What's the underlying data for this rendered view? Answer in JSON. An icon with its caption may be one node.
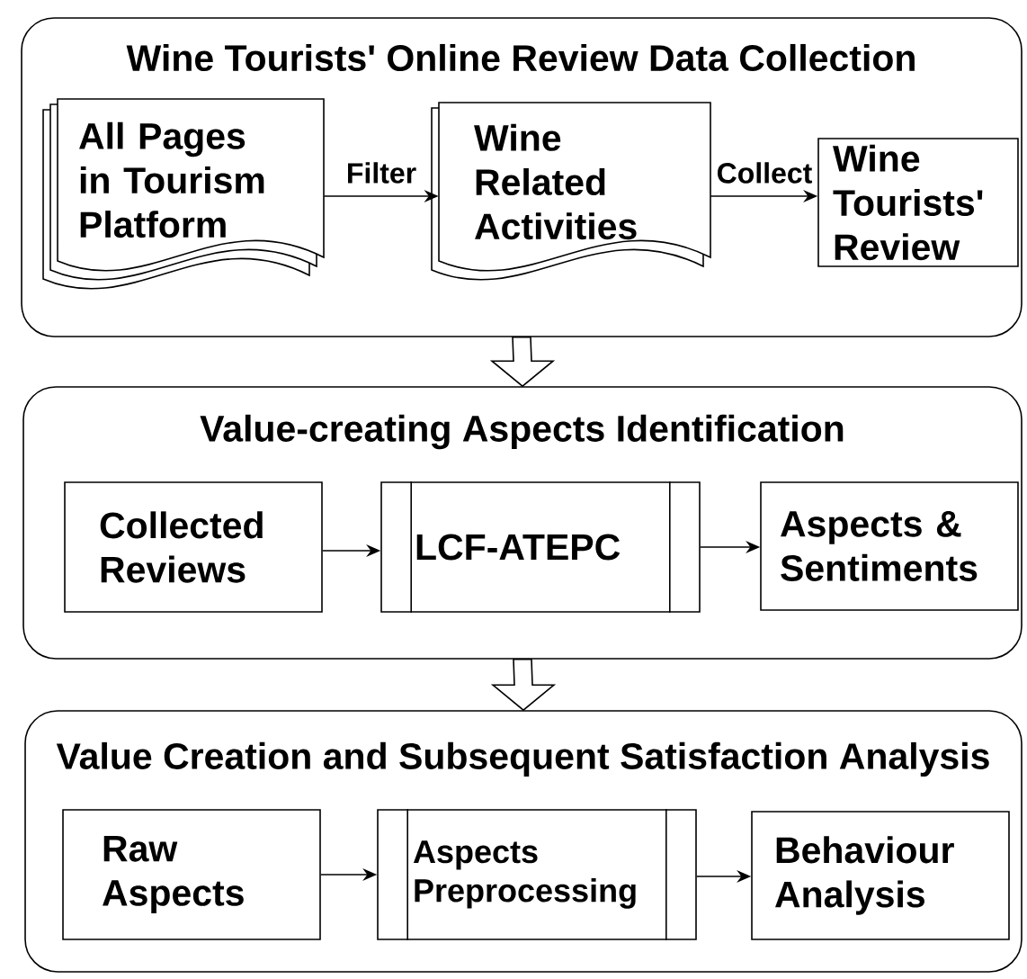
{
  "diagram": {
    "nodes": [
      {
        "text": [
          "Wine Tourists' Online Review Data Collection"
        ]
      },
      {
        "text": [
          "All Pages in Tourism Platform"
        ],
        "in": 0
      },
      {
        "text": [
          "Wine Related Activities"
        ],
        "in": 0
      },
      {
        "text": [
          "Wine Tourists' Review"
        ],
        "in": 0
      },
      {
        "text": [
          "Value-creating Aspects Identification"
        ]
      },
      {
        "text": [
          "Collected Reviews"
        ],
        "in": 4
      },
      {
        "text": [
          "LCF-ATEPC"
        ],
        "in": 4
      },
      {
        "text": [
          "Aspects & Sentiments"
        ],
        "in": 4
      },
      {
        "text": [
          "Value Creation and Subsequent Satisfaction Analysis"
        ]
      },
      {
        "text": [
          "Raw Aspects"
        ],
        "in": 8
      },
      {
        "text": [
          "Aspects Preprocessing"
        ],
        "in": 8
      },
      {
        "text": [
          "Behaviour Analysis"
        ],
        "in": 8
      }
    ],
    "edges": [
      {
        "from": 1,
        "to": 2,
        "arrow": "to",
        "label": "Filter"
      },
      {
        "from": 2,
        "to": 3,
        "arrow": "to",
        "label": "Collect"
      },
      {
        "from": 0,
        "to": 4,
        "arrow": "to"
      },
      {
        "from": 5,
        "to": 6,
        "arrow": "to"
      },
      {
        "from": 6,
        "to": 7,
        "arrow": "to"
      },
      {
        "from": 4,
        "to": 8,
        "arrow": "to"
      },
      {
        "from": 9,
        "to": 10,
        "arrow": "to"
      },
      {
        "from": 10,
        "to": 11,
        "arrow": "to"
      }
    ]
  }
}
